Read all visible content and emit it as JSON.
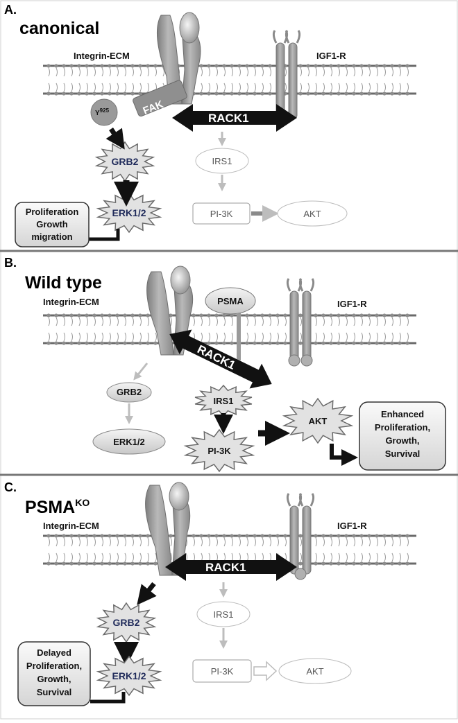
{
  "panels": [
    {
      "letter": "A.",
      "title": "canonical",
      "integrin_label": "Integrin-ECM",
      "receptor_label": "IGF1-R",
      "fak_label": "FAK",
      "y_label": "Y925",
      "rack1_label": "RACK1",
      "grb2_label": "GRB2",
      "erk_label": "ERK1/2",
      "irs1_label": "IRS1",
      "pi3k_label": "PI-3K",
      "akt_label": "AKT",
      "outcome_lines": [
        "Proliferation",
        "Growth",
        "migration"
      ]
    },
    {
      "letter": "B.",
      "title": "Wild type",
      "integrin_label": "Integrin-ECM",
      "receptor_label": "IGF1-R",
      "psma_label": "PSMA",
      "rack1_label": "RACK1",
      "grb2_label": "GRB2",
      "erk_label": "ERK1/2",
      "irs1_label": "IRS1",
      "pi3k_label": "PI-3K",
      "akt_label": "AKT",
      "outcome_lines": [
        "Enhanced",
        "Proliferation,",
        "Growth,",
        "Survival"
      ]
    },
    {
      "letter": "C.",
      "title": "PSMA",
      "title_sup": "KO",
      "integrin_label": "Integrin-ECM",
      "receptor_label": "IGF1-R",
      "rack1_label": "RACK1",
      "grb2_label": "GRB2",
      "erk_label": "ERK1/2",
      "irs1_label": "IRS1",
      "pi3k_label": "PI-3K",
      "akt_label": "AKT",
      "outcome_lines": [
        "Delayed",
        "Proliferation,",
        "Growth,",
        "Survival"
      ]
    }
  ],
  "colors": {
    "membrane_line": "#6a6a6a",
    "lipid_head": "#8c8c8c",
    "protein_gray": "#a4a4a4",
    "rack1_fill": "#111111",
    "active_arrow": "#111111",
    "inactive_arrow": "#bdbdbd",
    "starburst_fill": "#e2e2e2",
    "node_text_blue": "#1f2a5a"
  }
}
